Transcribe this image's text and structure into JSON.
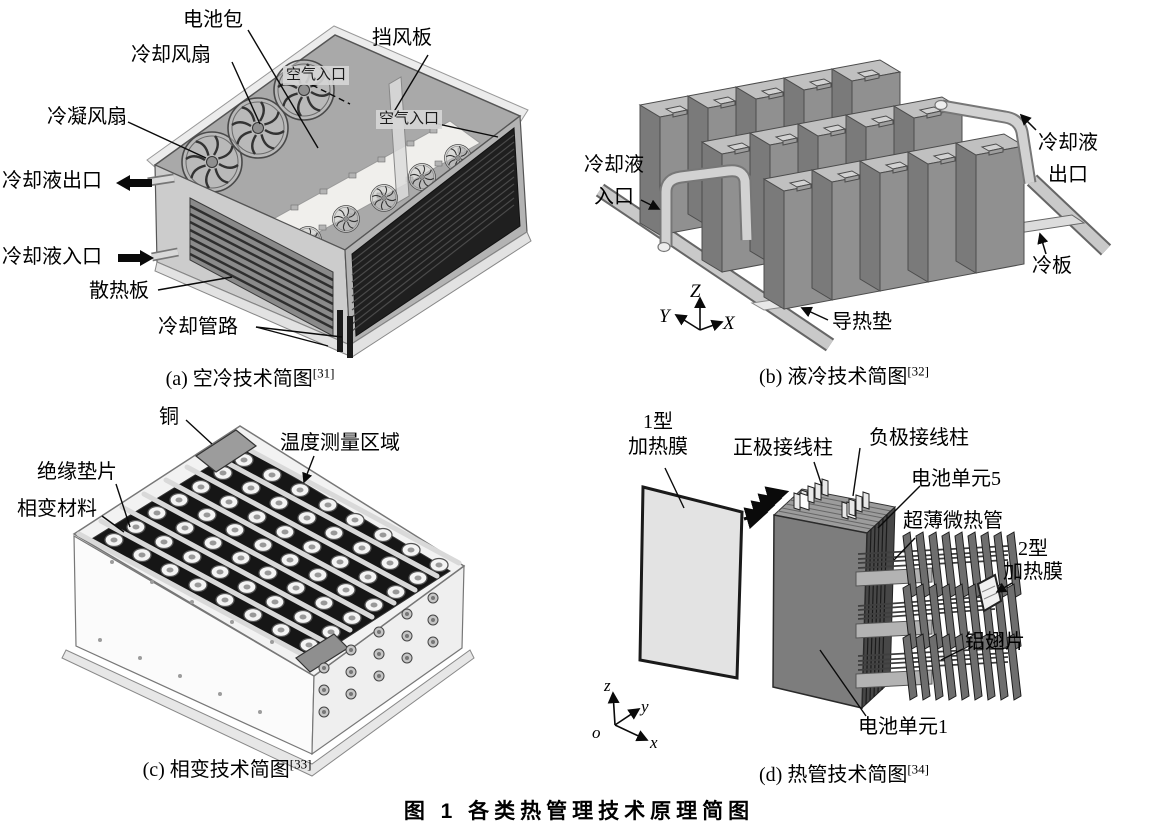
{
  "figure": {
    "main_caption": "图 1  各类热管理技术原理简图",
    "panels": {
      "a": {
        "caption": "(a) 空冷技术简图",
        "ref": "[31]",
        "labels": {
          "battery_pack": "电池包",
          "cooling_fan": "冷却风扇",
          "wind_deflector": "挡风板",
          "air_inlet_top": "空气入口",
          "air_inlet_side": "空气入口",
          "condenser_fan": "冷凝风扇",
          "coolant_outlet": "冷却液出口",
          "coolant_inlet": "冷却液入口",
          "heat_sink_plate": "散热板",
          "cooling_pipes": "冷却管路"
        }
      },
      "b": {
        "caption": "(b) 液冷技术简图",
        "ref": "[32]",
        "labels": {
          "coolant_inlet_line1": "冷却液",
          "coolant_inlet_line2": "入口",
          "coolant_outlet_line1": "冷却液",
          "coolant_outlet_line2": "出口",
          "cold_plate": "冷板",
          "thermal_pad": "导热垫"
        },
        "axes": {
          "x": "X",
          "y": "Y",
          "z": "Z"
        }
      },
      "c": {
        "caption": "(c) 相变技术简图",
        "ref": "[33]",
        "labels": {
          "copper": "铜",
          "temperature_region": "温度测量区域",
          "insulation_gasket": "绝缘垫片",
          "phase_change_material": "相变材料"
        }
      },
      "d": {
        "caption": "(d) 热管技术简图",
        "ref": "[34]",
        "labels": {
          "heating_film1_line1": "1型",
          "heating_film1_line2": "加热膜",
          "positive_terminal": "正极接线柱",
          "negative_terminal": "负极接线柱",
          "battery_cell5": "电池单元5",
          "micro_heat_pipe": "超薄微热管",
          "heating_film2_line1": "2型",
          "heating_film2_line2": "加热膜",
          "aluminum_fin": "铝翅片",
          "battery_cell1": "电池单元1"
        },
        "axes": {
          "x": "x",
          "y": "y",
          "z": "z",
          "o": "o"
        }
      }
    }
  }
}
